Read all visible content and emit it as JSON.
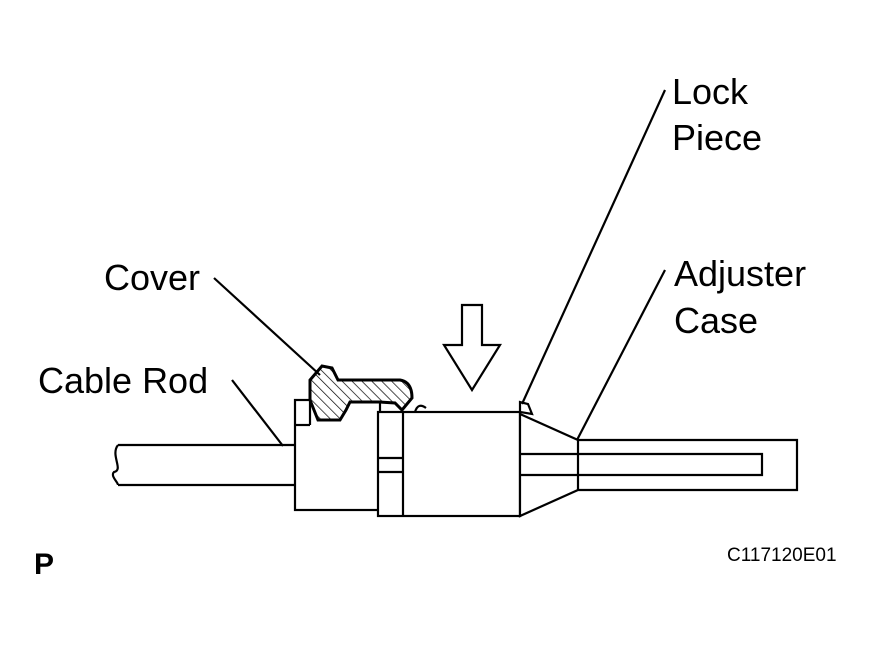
{
  "labels": {
    "lock_line1": "Lock",
    "lock_line2": "Piece",
    "cover": "Cover",
    "adjuster_line1": "Adjuster",
    "adjuster_line2": "Case",
    "cable_rod": "Cable Rod"
  },
  "footer": {
    "mark": "P",
    "figure_code": "C117120E01"
  }
}
